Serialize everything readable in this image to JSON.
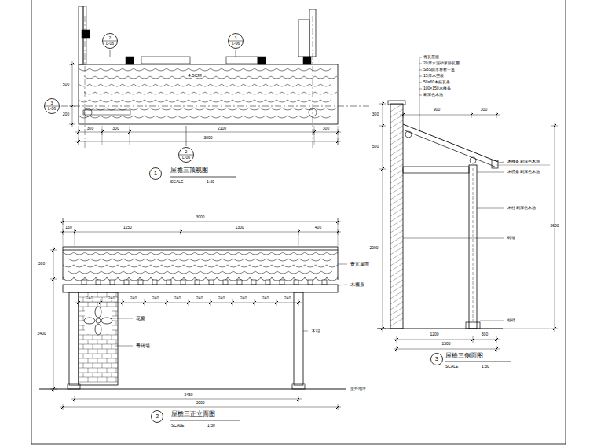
{
  "diagram": {
    "nodes": [
      {
        "text": [
          "2",
          "L-06"
        ]
      },
      {
        "text": [
          "3",
          "L-06"
        ]
      },
      {
        "text": [
          "3",
          "L-06"
        ]
      },
      {
        "text": [
          "2",
          "L-06"
        ]
      },
      {
        "text": [
          "1"
        ]
      },
      {
        "text": [
          "3"
        ]
      },
      {
        "text": [
          "2"
        ]
      }
    ],
    "labels": [
      "屋檐三顶视图",
      "SCALE",
      "1:30",
      "屋檐三正立面图",
      "SCALE",
      "1:30",
      "屋檐三侧面图",
      "SCALE",
      "1:30",
      "4.5CM",
      "300",
      "300",
      "2100",
      "300",
      "3000",
      "500",
      "200",
      "3000",
      "150",
      "1150",
      "1300",
      "400",
      "240",
      "240",
      "240",
      "240",
      "240",
      "240",
      "240",
      "240",
      "240",
      "240",
      "300",
      "2400",
      "青瓦屋面",
      "木檩条",
      "花窗",
      "青砖墙",
      "木柱",
      "室外地坪",
      "2450",
      "3000",
      "900",
      "300",
      "300",
      "500",
      "2000",
      "1200",
      "300",
      "1500",
      "2600",
      "青瓦屋面",
      "20厚水泥砂浆卧瓦层",
      "SBS防水卷材一道",
      "15厚木望板",
      "50×60木挂瓦条",
      "100×150木椽条",
      "刷深色木油",
      "木椽条 刷深色木油",
      "木檩条 刷深色木油",
      "木柱 刷深色木油",
      "砖墙",
      "柱础"
    ]
  }
}
